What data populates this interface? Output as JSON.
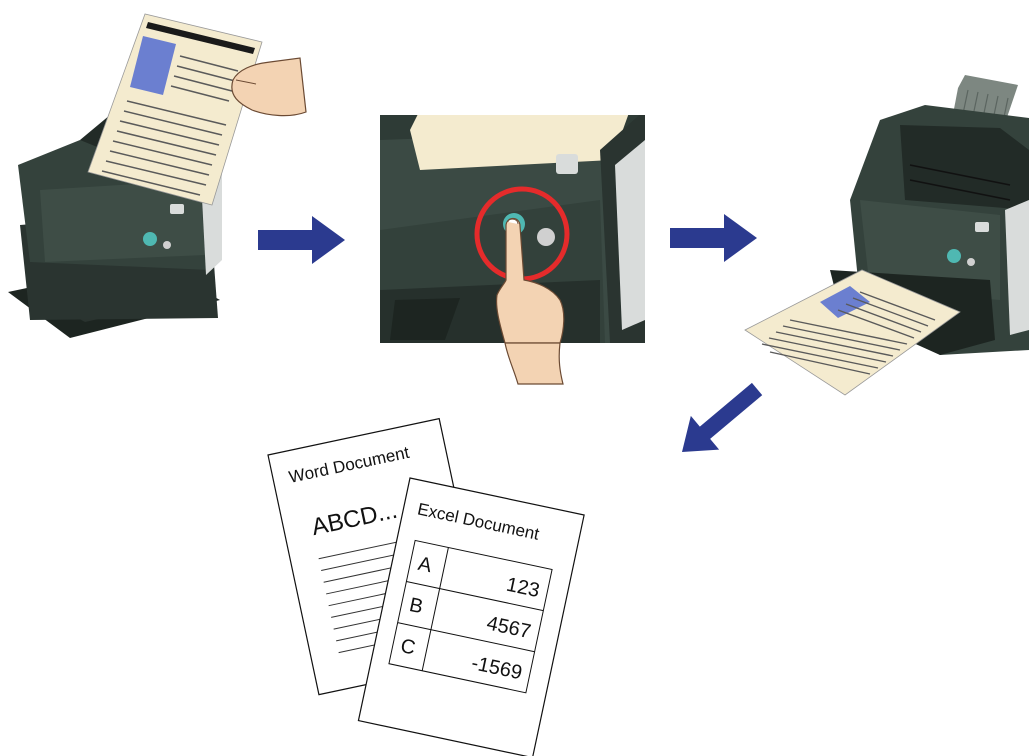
{
  "colors": {
    "scanner_body": "#2e3b36",
    "scanner_dark": "#1d2521",
    "scanner_side": "#d9dcdb",
    "paper": "#f4ebcf",
    "paper_line": "#5a5a5a",
    "image_block": "#6b7fd0",
    "arrow": "#2b3a8f",
    "button_teal": "#4fb8b2",
    "ring_red": "#e52b2b",
    "skin": "#f3d3b3"
  },
  "documents": {
    "word": {
      "title": "Word Document",
      "content": "ABCD..."
    },
    "excel": {
      "title": "Excel Document",
      "rows": [
        {
          "label": "A",
          "value": "123"
        },
        {
          "label": "B",
          "value": "4567"
        },
        {
          "label": "C",
          "value": "-1569"
        }
      ]
    }
  }
}
